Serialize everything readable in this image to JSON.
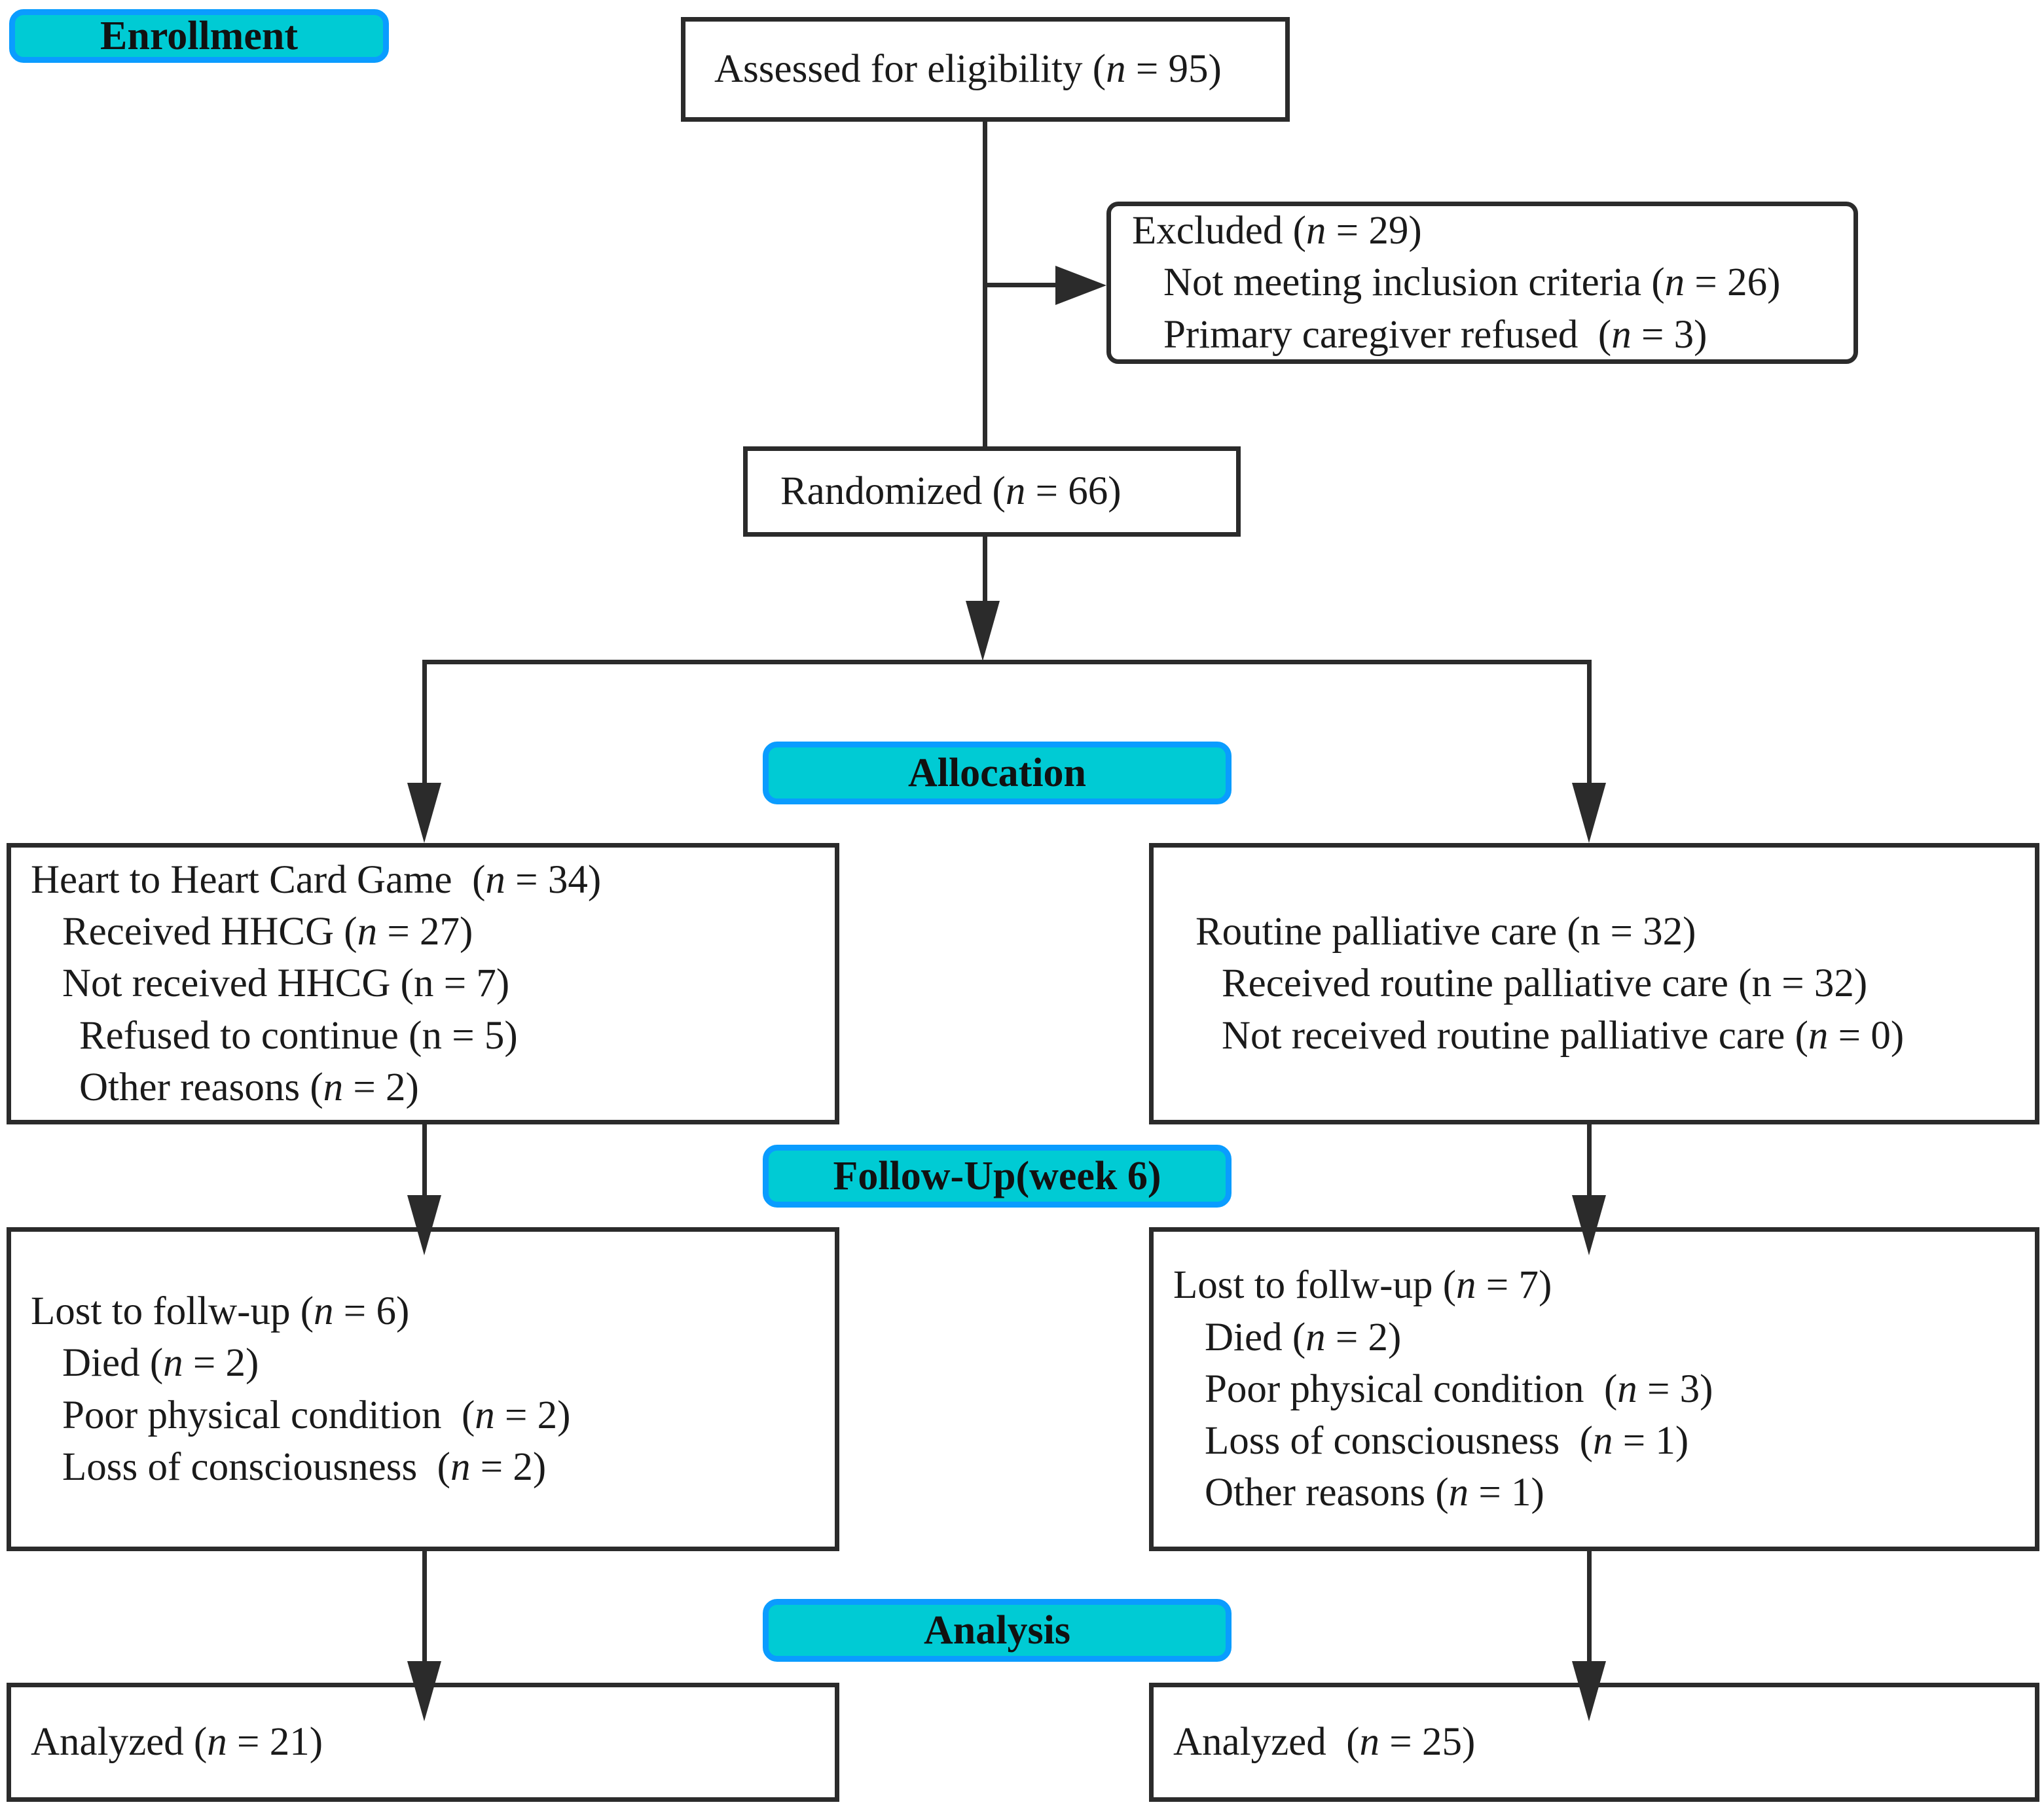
{
  "diagram": {
    "title": "CONSORT participant flow diagram",
    "accent_fill": "#00CBD4",
    "accent_border": "#0A9CFF",
    "line_color": "#2b2b2b"
  },
  "stages": {
    "enrollment": "Enrollment",
    "allocation": "Allocation",
    "followup": "Follow-Up(week 6)",
    "analysis": "Analysis"
  },
  "boxes": {
    "assessed": {
      "lines": [
        "Assessed for eligibility (n = 95)"
      ]
    },
    "excluded": {
      "lines": [
        "Excluded (n = 29)",
        "Not meeting inclusion criteria (n = 26)",
        "Primary caregiver refused  (n = 3)"
      ]
    },
    "randomized": {
      "lines": [
        "Randomized (n = 66)"
      ]
    },
    "alloc_left": {
      "lines": [
        "Heart to Heart Card Game  (n = 34)",
        "Received HHCG (n = 27)",
        "Not received HHCG (n = 7)",
        "Refused to continue (n = 5)",
        "Other reasons (n = 2)"
      ]
    },
    "alloc_right": {
      "lines": [
        "Routine palliative care (n = 32)",
        "Received routine palliative care (n = 32)",
        "Not received routine palliative care (n = 0)"
      ]
    },
    "followup_left": {
      "lines": [
        "Lost to follw-up (n = 6)",
        "Died (n = 2)",
        "Poor physical condition  (n = 2)",
        "Loss of consciousness  (n = 2)"
      ]
    },
    "followup_right": {
      "lines": [
        "Lost to follw-up (n = 7)",
        "Died (n = 2)",
        "Poor physical condition  (n = 3)",
        "Loss of consciousness  (n = 1)",
        "Other reasons (n = 1)"
      ]
    },
    "analyzed_left": {
      "lines": [
        "Analyzed (n = 21)"
      ]
    },
    "analyzed_right": {
      "lines": [
        "Analyzed  (n = 25)"
      ]
    }
  }
}
